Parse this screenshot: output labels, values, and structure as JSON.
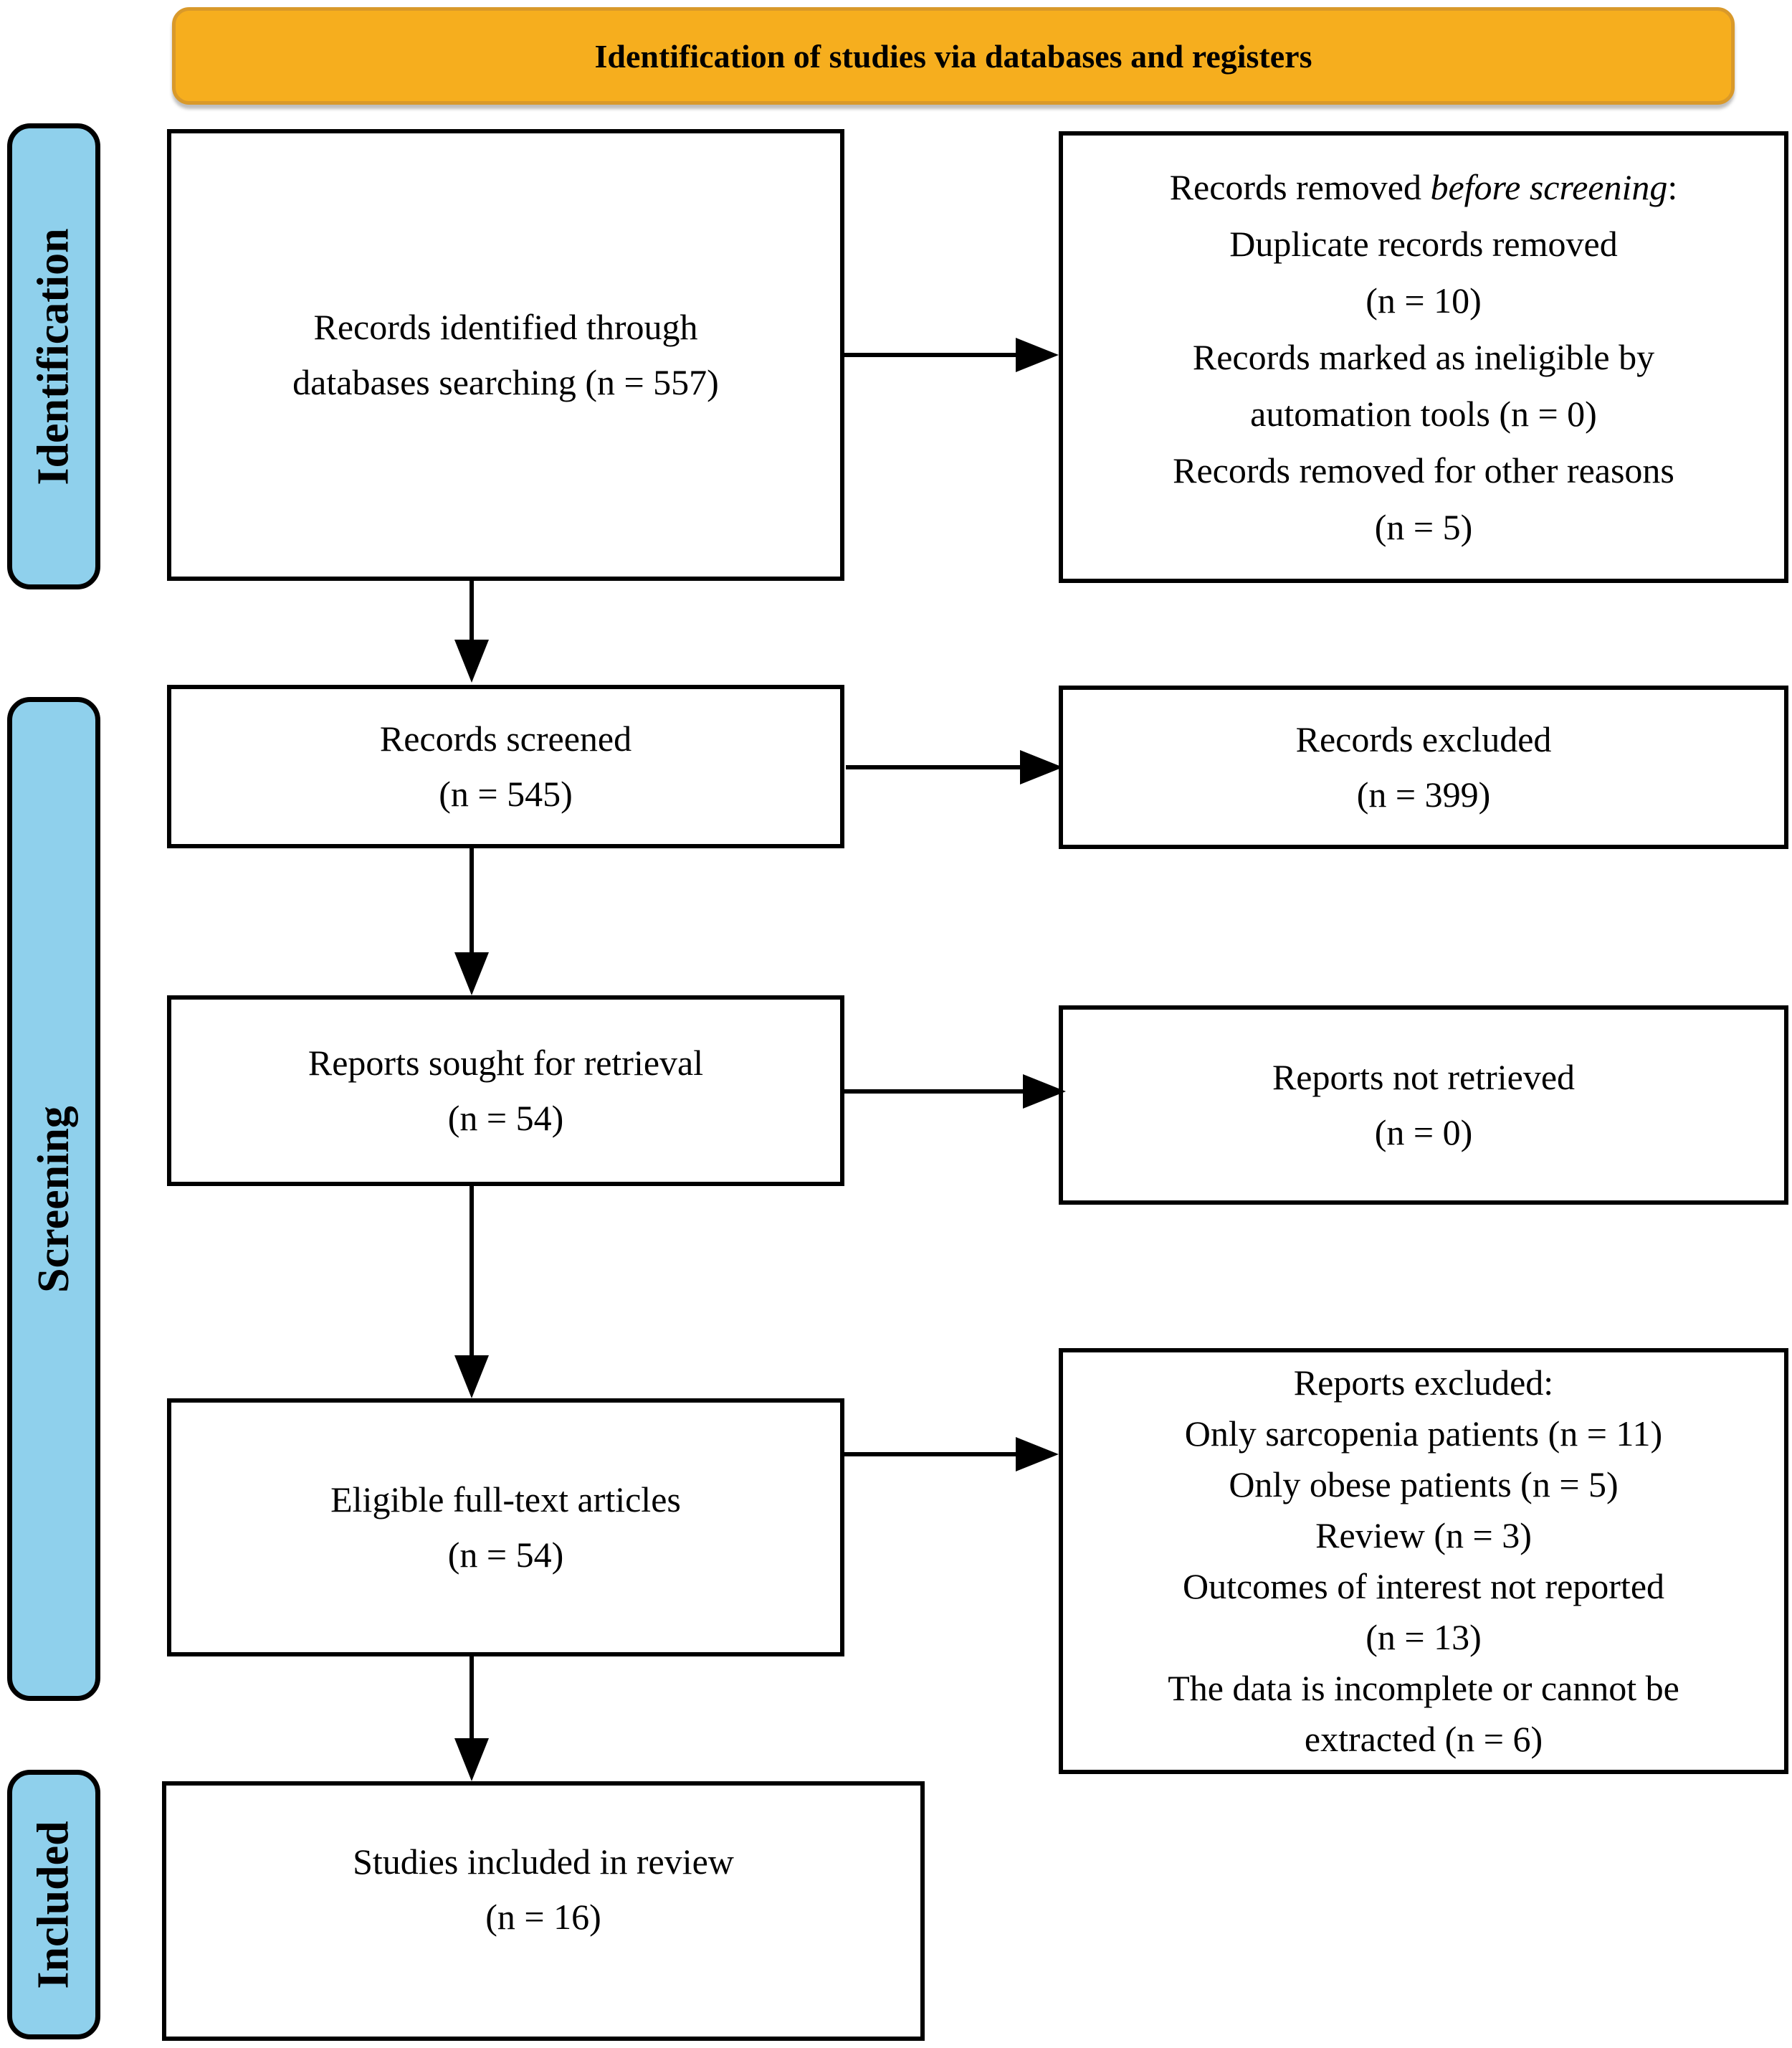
{
  "header": {
    "title": "Identification of studies via databases and registers"
  },
  "stage_labels": [
    {
      "label": "Identification"
    },
    {
      "label": "Screening"
    },
    {
      "label": "Included"
    }
  ],
  "flow_boxes": {
    "identified": {
      "lines": [
        "Records identified through",
        "databases searching (n = 557)"
      ]
    },
    "screened": {
      "lines": [
        "Records screened",
        "(n = 545)"
      ]
    },
    "sought": {
      "lines": [
        "Reports sought for retrieval",
        "(n = 54)"
      ]
    },
    "eligible": {
      "lines": [
        "Eligible full-text articles",
        "(n = 54)"
      ]
    },
    "included": {
      "lines": [
        "Studies included in review",
        "(n = 16)"
      ]
    }
  },
  "exclusion_boxes": {
    "removed_before_screening": {
      "title_prefix": "Records removed ",
      "title_italic": "before screening",
      "title_suffix": ":",
      "lines": [
        "Duplicate records removed",
        "(n = 10)",
        "Records marked as ineligible by",
        "automation tools (n = 0)",
        "Records removed for other reasons",
        "(n = 5)"
      ]
    },
    "records_excluded": {
      "lines": [
        "Records excluded",
        "(n = 399)"
      ]
    },
    "reports_not_retrieved": {
      "lines": [
        "Reports not retrieved",
        "(n = 0)"
      ]
    },
    "reports_excluded": {
      "lines": [
        "Reports excluded:",
        "Only sarcopenia patients (n = 11)",
        "Only obese patients (n = 5)",
        "Review (n = 3)",
        "Outcomes of interest not reported",
        "(n = 13)",
        "The data is incomplete or cannot be",
        "extracted (n = 6)"
      ]
    }
  },
  "colors": {
    "banner_fill": "#F6AE1E",
    "banner_border": "#D9992A",
    "stage_label_fill": "#8FD0EC",
    "box_border": "#000000",
    "text": "#000000"
  }
}
